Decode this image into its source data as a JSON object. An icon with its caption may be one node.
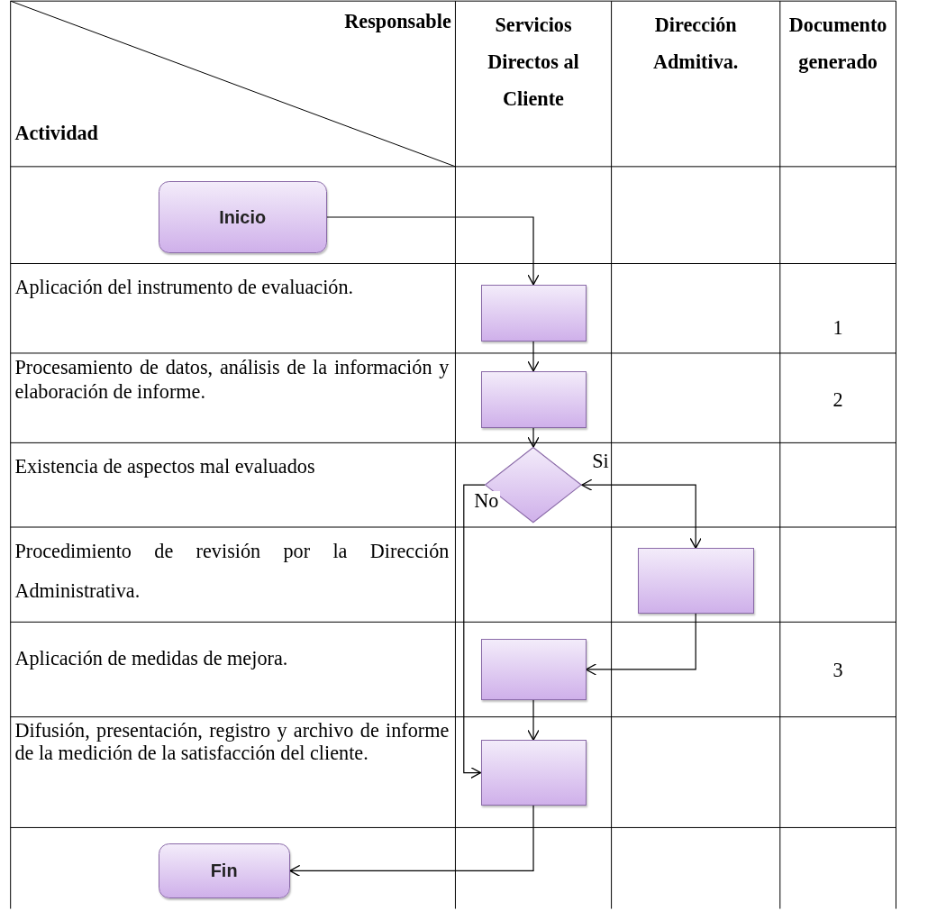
{
  "diagram": {
    "nodes": [
      {
        "text": [
          "Inicio"
        ]
      },
      {
        "text": [],
        "shape": "box"
      },
      {
        "text": [],
        "shape": "box"
      },
      {
        "text": [],
        "shape": "diamond"
      },
      {
        "text": [],
        "shape": "box"
      },
      {
        "text": [],
        "shape": "box"
      },
      {
        "text": [],
        "shape": "box"
      },
      {
        "text": [
          "Fin"
        ]
      }
    ],
    "edges": [
      {
        "from": 0,
        "to": 1,
        "arrow": "to"
      },
      {
        "from": 1,
        "to": 2,
        "arrow": "to"
      },
      {
        "from": 2,
        "to": 3,
        "arrow": "to"
      },
      {
        "from": 3,
        "to": 4,
        "arrow": "both",
        "label": "Si"
      },
      {
        "from": 3,
        "to": 6,
        "arrow": "to",
        "label": "No"
      },
      {
        "from": 4,
        "to": 5,
        "arrow": "to"
      },
      {
        "from": 5,
        "to": 6,
        "arrow": "to"
      },
      {
        "from": 6,
        "to": 7,
        "arrow": "to"
      }
    ],
    "labels": [
      "Responsable",
      "Servicios Directos al Cliente",
      "Dirección Admitiva.",
      "Documento generado",
      "Actividad",
      "Aplicación del instrumento de evaluación.",
      "1",
      "Procesamiento de datos, análisis de la información y elaboración de informe.",
      "2",
      "Existencia de aspectos mal evaluados",
      "Procedimiento de revisión por la Dirección Administrativa.",
      "Aplicación de medidas de mejora.",
      "3",
      "Difusión, presentación, registro y archivo de informe de la medición de la satisfacción del cliente."
    ]
  }
}
